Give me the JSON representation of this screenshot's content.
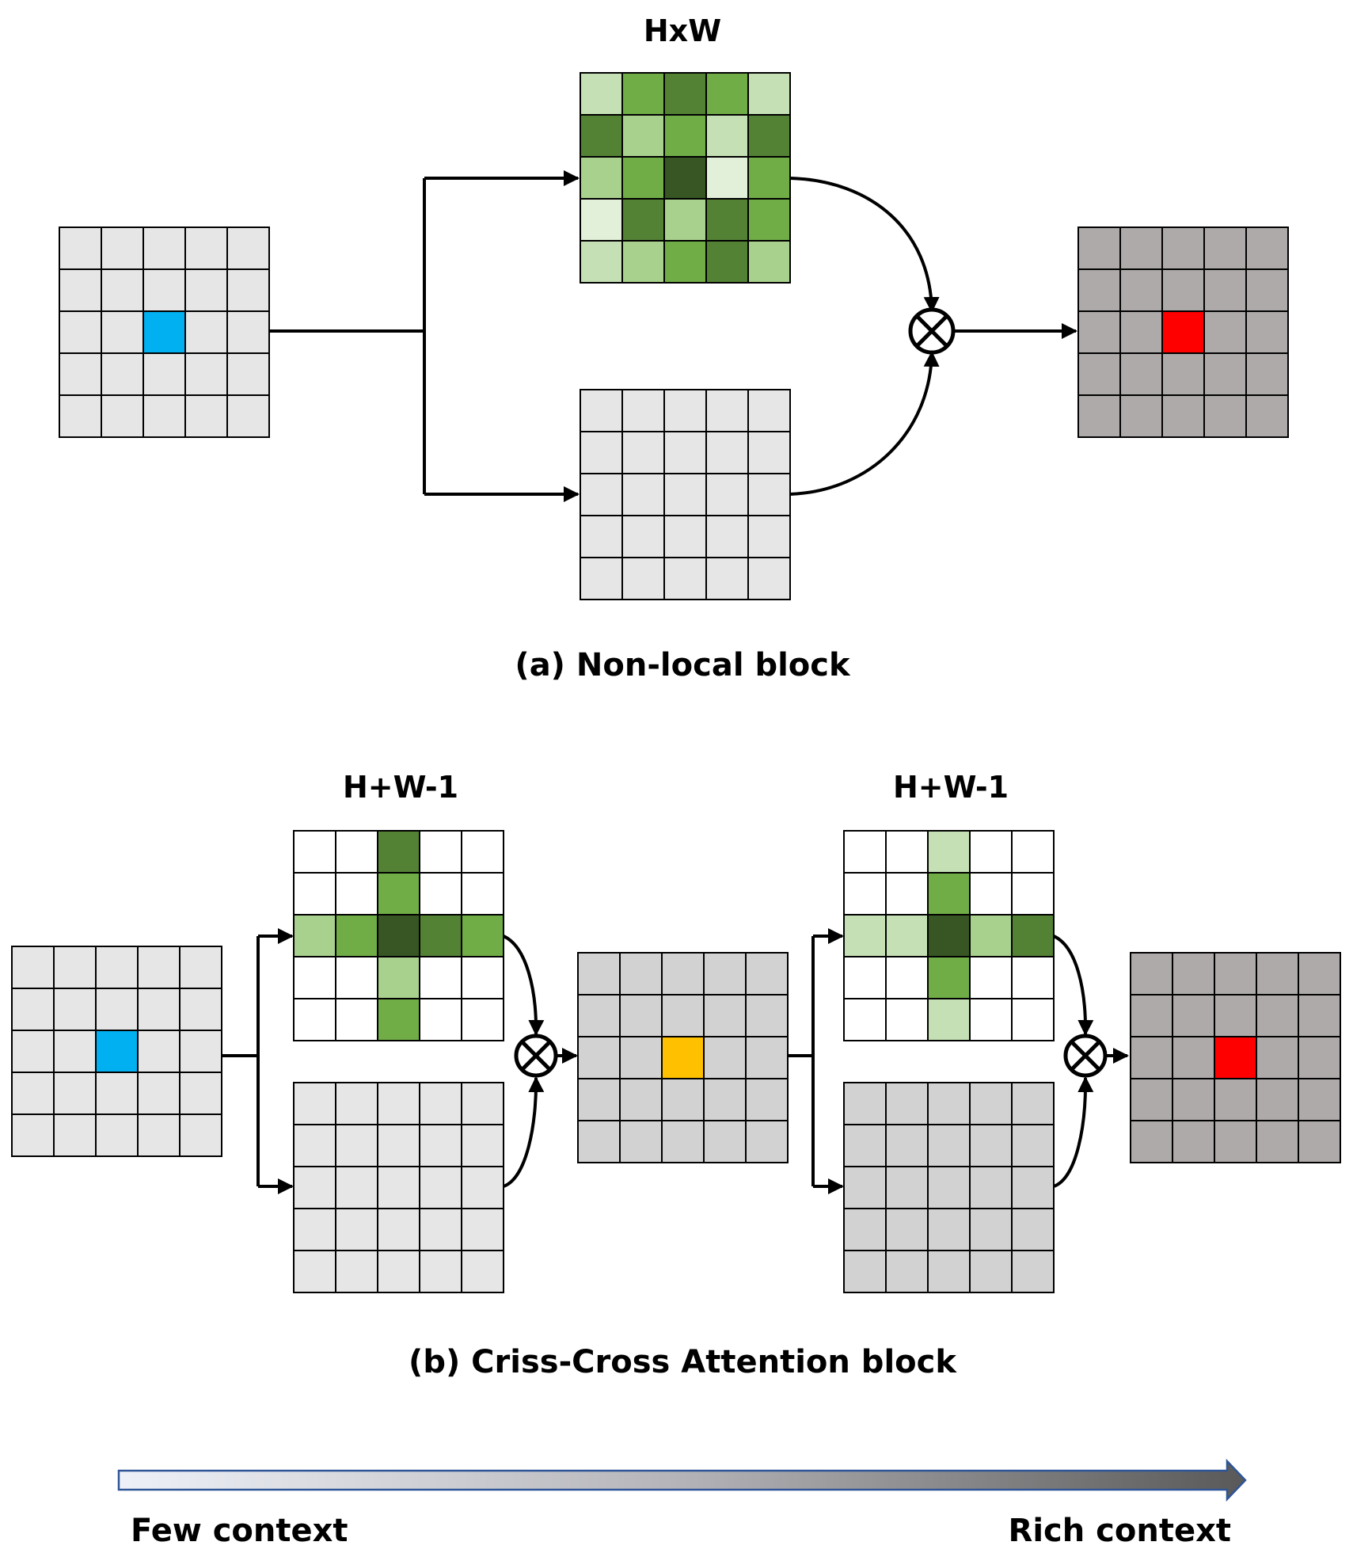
{
  "panel_a": {
    "size_label": "HxW",
    "caption": "(a) Non-local block"
  },
  "panel_b": {
    "size_label_1": "H+W-1",
    "size_label_2": "H+W-1",
    "caption": "(b) Criss-Cross Attention block"
  },
  "context_arrow": {
    "left_label": "Few context",
    "right_label": "Rich context"
  },
  "colors": {
    "light_gray": "#e6e6e6",
    "mid_gray": "#d2d2d2",
    "dark_gray": "#aeaaaa",
    "query_blue": "#00b0f0",
    "mid_orange": "#ffc000",
    "output_red": "#ff0000",
    "green_1": "#e2f0d9",
    "green_2": "#c5e0b4",
    "green_3": "#a9d18e",
    "green_4": "#70ad47",
    "green_5": "#548235",
    "green_6": "#375623"
  },
  "grids": {
    "nonlocal_attention": [
      [
        "#c5e0b4",
        "#70ad47",
        "#548235",
        "#70ad47",
        "#c5e0b4"
      ],
      [
        "#548235",
        "#a9d18e",
        "#70ad47",
        "#c5e0b4",
        "#548235"
      ],
      [
        "#a9d18e",
        "#70ad47",
        "#375623",
        "#e2f0d9",
        "#70ad47"
      ],
      [
        "#e2f0d9",
        "#548235",
        "#a9d18e",
        "#548235",
        "#70ad47"
      ],
      [
        "#c5e0b4",
        "#a9d18e",
        "#70ad47",
        "#548235",
        "#a9d18e"
      ]
    ],
    "cca_attention_1": [
      [
        "#ffffff",
        "#ffffff",
        "#548235",
        "#ffffff",
        "#ffffff"
      ],
      [
        "#ffffff",
        "#ffffff",
        "#70ad47",
        "#ffffff",
        "#ffffff"
      ],
      [
        "#a9d18e",
        "#70ad47",
        "#375623",
        "#548235",
        "#70ad47"
      ],
      [
        "#ffffff",
        "#ffffff",
        "#a9d18e",
        "#ffffff",
        "#ffffff"
      ],
      [
        "#ffffff",
        "#ffffff",
        "#70ad47",
        "#ffffff",
        "#ffffff"
      ]
    ],
    "cca_attention_2": [
      [
        "#ffffff",
        "#ffffff",
        "#c5e0b4",
        "#ffffff",
        "#ffffff"
      ],
      [
        "#ffffff",
        "#ffffff",
        "#70ad47",
        "#ffffff",
        "#ffffff"
      ],
      [
        "#c5e0b4",
        "#c5e0b4",
        "#375623",
        "#a9d18e",
        "#548235"
      ],
      [
        "#ffffff",
        "#ffffff",
        "#70ad47",
        "#ffffff",
        "#ffffff"
      ],
      [
        "#ffffff",
        "#ffffff",
        "#c5e0b4",
        "#ffffff",
        "#ffffff"
      ]
    ]
  }
}
